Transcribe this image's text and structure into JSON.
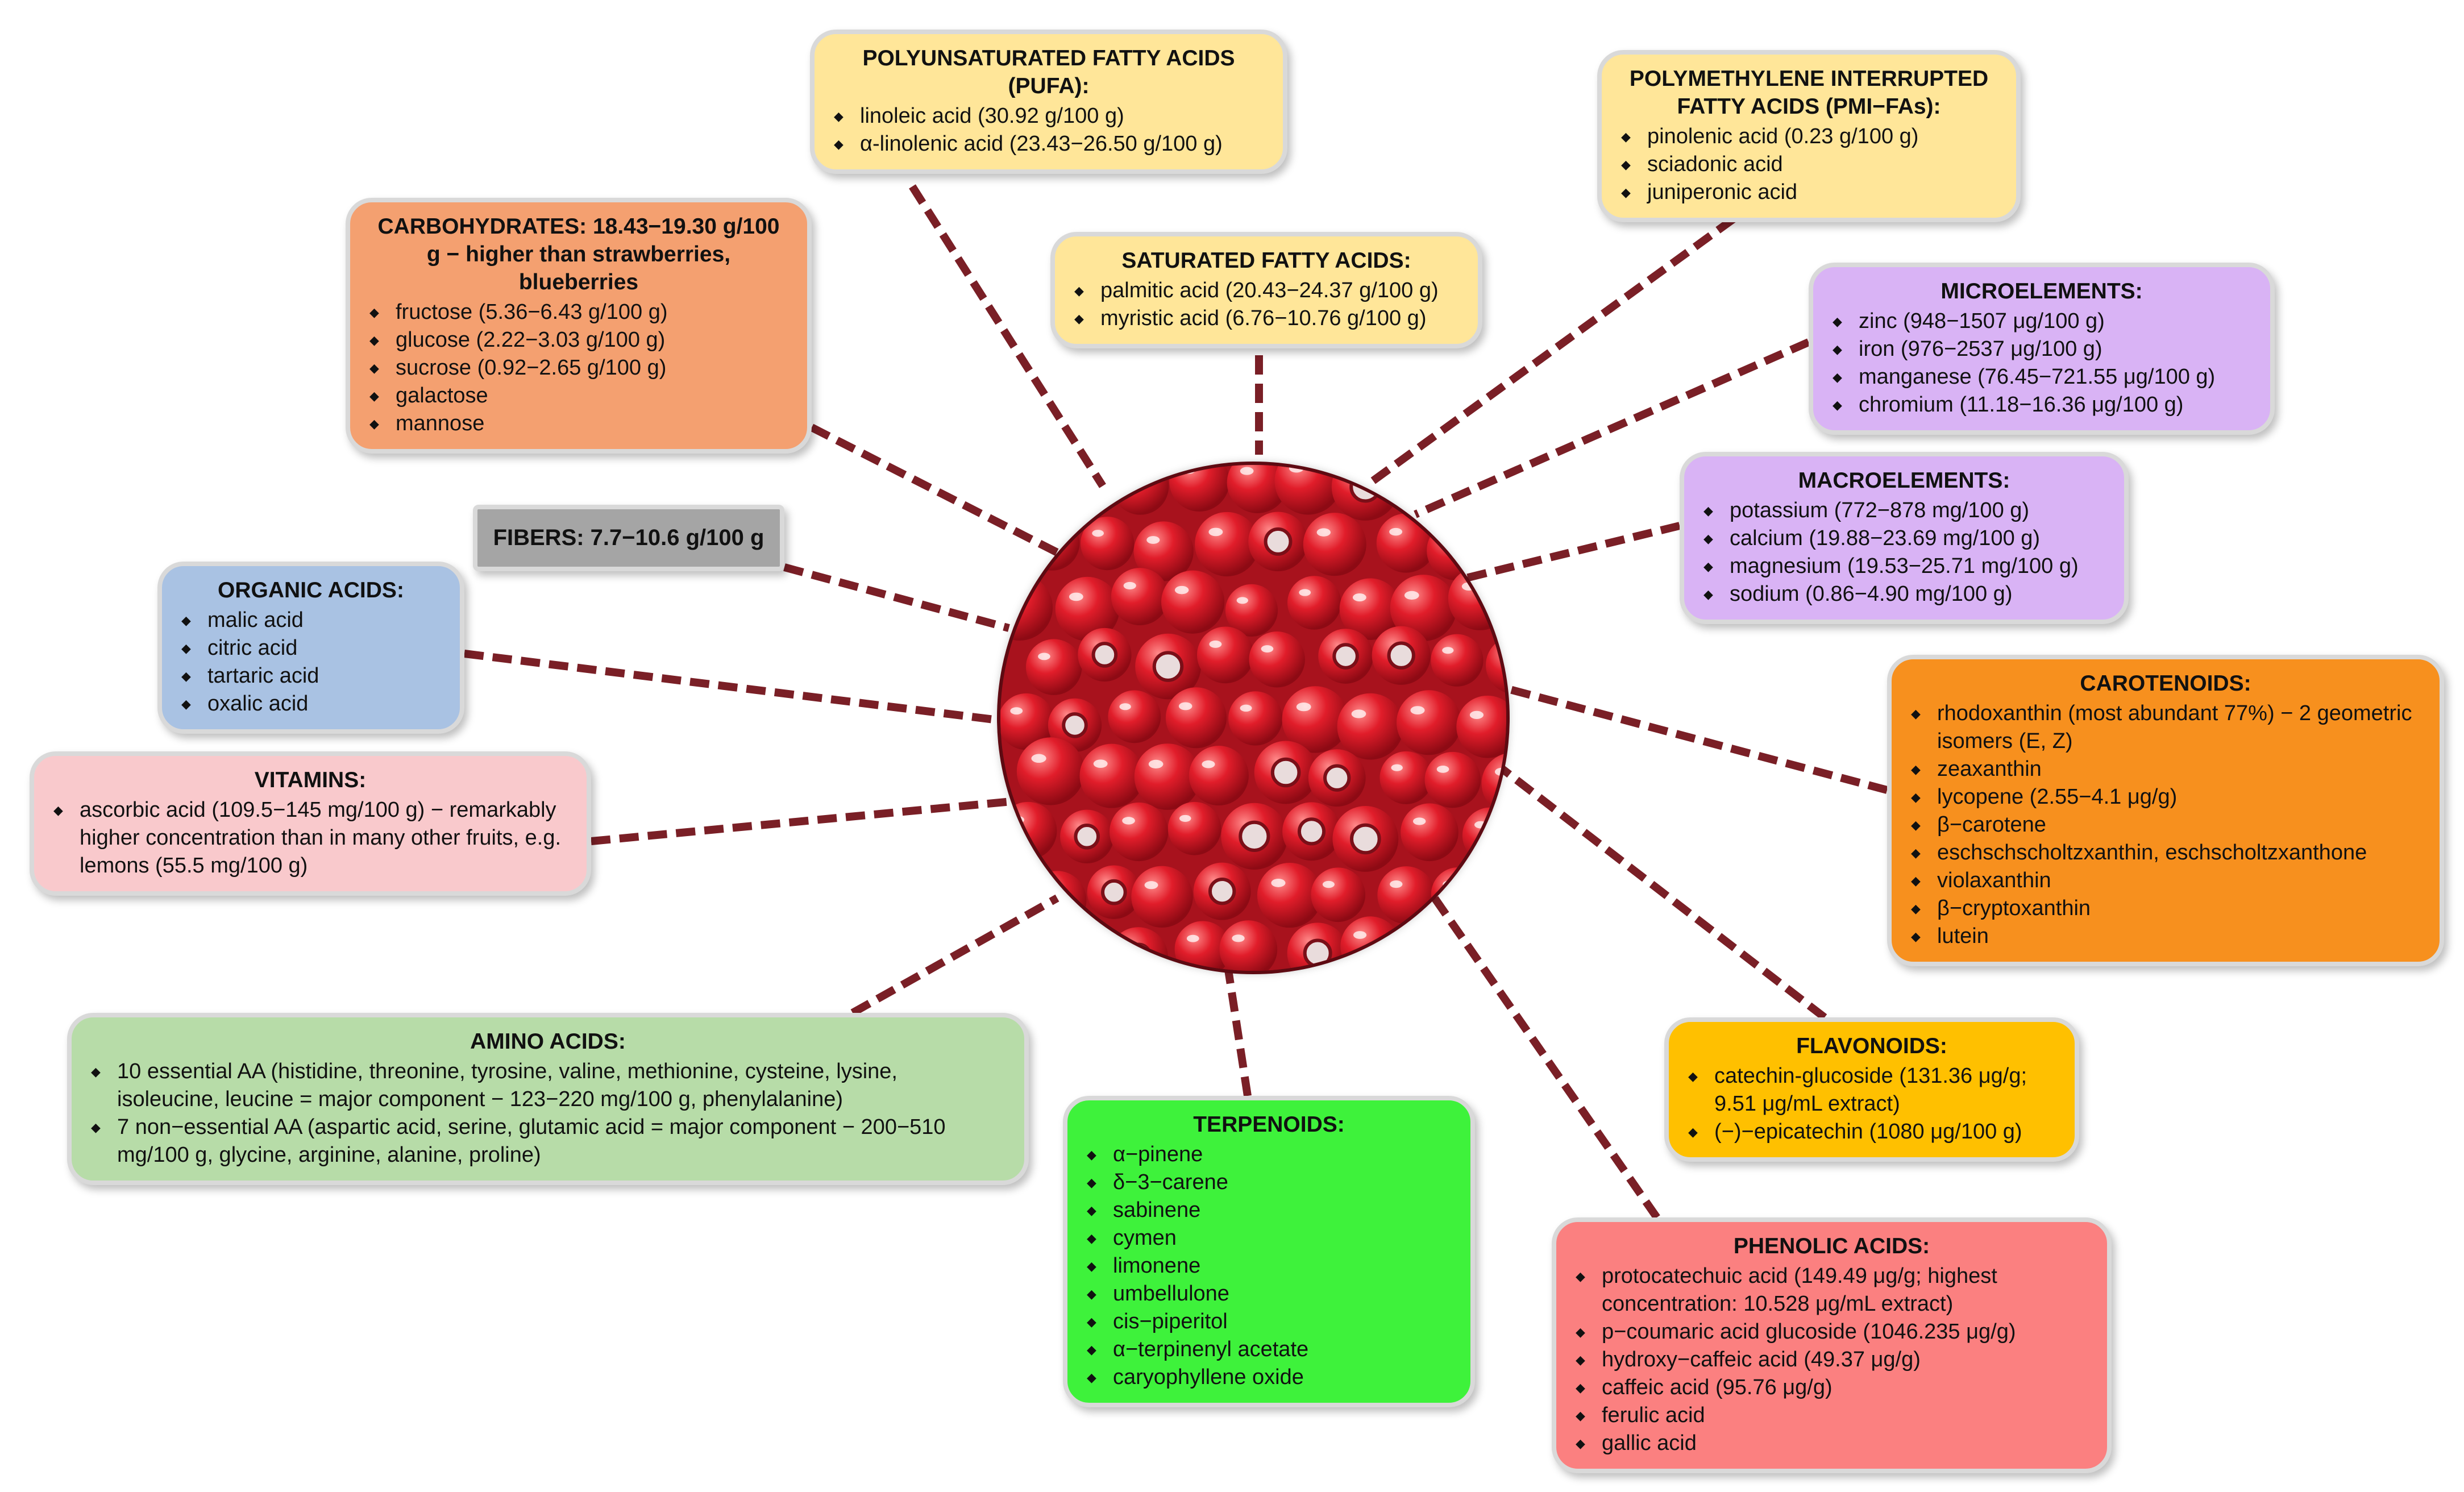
{
  "colors": {
    "link": "#7a1f26",
    "pufa": "#ffe699",
    "saturated": "#ffe699",
    "pmi": "#ffe699",
    "carbohydrates": "#f4a070",
    "fibers": "#a5a5a5",
    "organic": "#a9c2e3",
    "vitamins": "#f9c9cc",
    "amino": "#b7dca8",
    "terpenoids": "#3ef23b",
    "micro": "#d9b3f5",
    "macro": "#d9b3f5",
    "carotenoids": "#f7901e",
    "flavonoids": "#ffc000",
    "phenolic": "#fb8080",
    "center_ring": "#7a0f18",
    "berry": "#e11d2a"
  },
  "center_image": {
    "description_icon": "red-berries-photo"
  },
  "pufa": {
    "title": "POLYUNSATURATED FATTY ACIDS (PUFA):",
    "items": [
      "linoleic acid (30.92 g/100 g)",
      "α-linolenic acid (23.43−26.50 g/100 g)"
    ]
  },
  "saturated": {
    "title": "SATURATED FATTY ACIDS:",
    "items": [
      "palmitic acid (20.43−24.37 g/100 g)",
      "myristic acid (6.76−10.76 g/100 g)"
    ]
  },
  "pmi": {
    "title": "POLYMETHYLENE INTERRUPTED FATTY ACIDS (PMI−FAs):",
    "items": [
      "pinolenic acid (0.23 g/100 g)",
      "sciadonic acid",
      "juniperonic acid"
    ]
  },
  "carbohydrates": {
    "title": "CARBOHYDRATES: 18.43−19.30 g/100 g − higher than strawberries, blueberries",
    "items": [
      "fructose (5.36−6.43 g/100 g)",
      "glucose (2.22−3.03 g/100 g)",
      "sucrose (0.92−2.65 g/100 g)",
      "galactose",
      "mannose"
    ]
  },
  "fibers": {
    "title": "FIBERS: 7.7−10.6 g/100 g"
  },
  "organic": {
    "title": "ORGANIC ACIDS:",
    "items": [
      "malic acid",
      "citric acid",
      "tartaric acid",
      "oxalic acid"
    ]
  },
  "vitamins": {
    "title": "VITAMINS:",
    "items": [
      "ascorbic acid (109.5−145 mg/100 g) − remarkably higher concentration than in many other fruits, e.g. lemons (55.5 mg/100 g)"
    ]
  },
  "amino": {
    "title": "AMINO ACIDS:",
    "items": [
      "10 essential AA (histidine, threonine, tyrosine, valine, methionine, cysteine, lysine, isoleucine, leucine = major component − 123−220 mg/100 g, phenylalanine)",
      "7 non−essential AA (aspartic acid, serine, glutamic acid = major component − 200−510 mg/100 g, glycine, arginine, alanine, proline)"
    ]
  },
  "terpenoids": {
    "title": "TERPENOIDS:",
    "items": [
      "α−pinene",
      "δ−3−carene",
      "sabinene",
      "cymen",
      "limonene",
      "umbellulone",
      "cis−piperitol",
      "α−terpinenyl acetate",
      "caryophyllene oxide"
    ]
  },
  "micro": {
    "title": "MICROELEMENTS:",
    "items": [
      "zinc (948−1507 μg/100 g)",
      "iron (976−2537 μg/100 g)",
      "manganese (76.45−721.55 μg/100 g)",
      "chromium (11.18−16.36 μg/100 g)"
    ]
  },
  "macro": {
    "title": "MACROELEMENTS:",
    "items": [
      "potassium (772−878 mg/100 g)",
      "calcium (19.88−23.69 mg/100 g)",
      "magnesium (19.53−25.71 mg/100 g)",
      "sodium (0.86−4.90 mg/100 g)"
    ]
  },
  "carotenoids": {
    "title": "CAROTENOIDS:",
    "items": [
      "rhodoxanthin (most abundant 77%) − 2 geometric isomers (E, Z)",
      "zeaxanthin",
      "lycopene (2.55−4.1 μg/g)",
      "β−carotene",
      "eschschscholtzxanthin, eschscholtzxanthone",
      "violaxanthin",
      "β−cryptoxanthin",
      "lutein"
    ]
  },
  "flavonoids": {
    "title": "FLAVONOIDS:",
    "items": [
      "catechin-glucoside (131.36 μg/g; 9.51 μg/mL extract)",
      "(−)−epicatechin (1080 μg/100 g)"
    ]
  },
  "phenolic": {
    "title": "PHENOLIC ACIDS:",
    "items": [
      "protocatechuic acid (149.49 μg/g; highest concentration: 10.528 μg/mL extract)",
      "p−coumaric acid glucoside (1046.235 μg/g)",
      "hydroxy−caffeic acid (49.37 μg/g)",
      "caffeic acid (95.76 μg/g)",
      "ferulic acid",
      "gallic acid"
    ]
  }
}
